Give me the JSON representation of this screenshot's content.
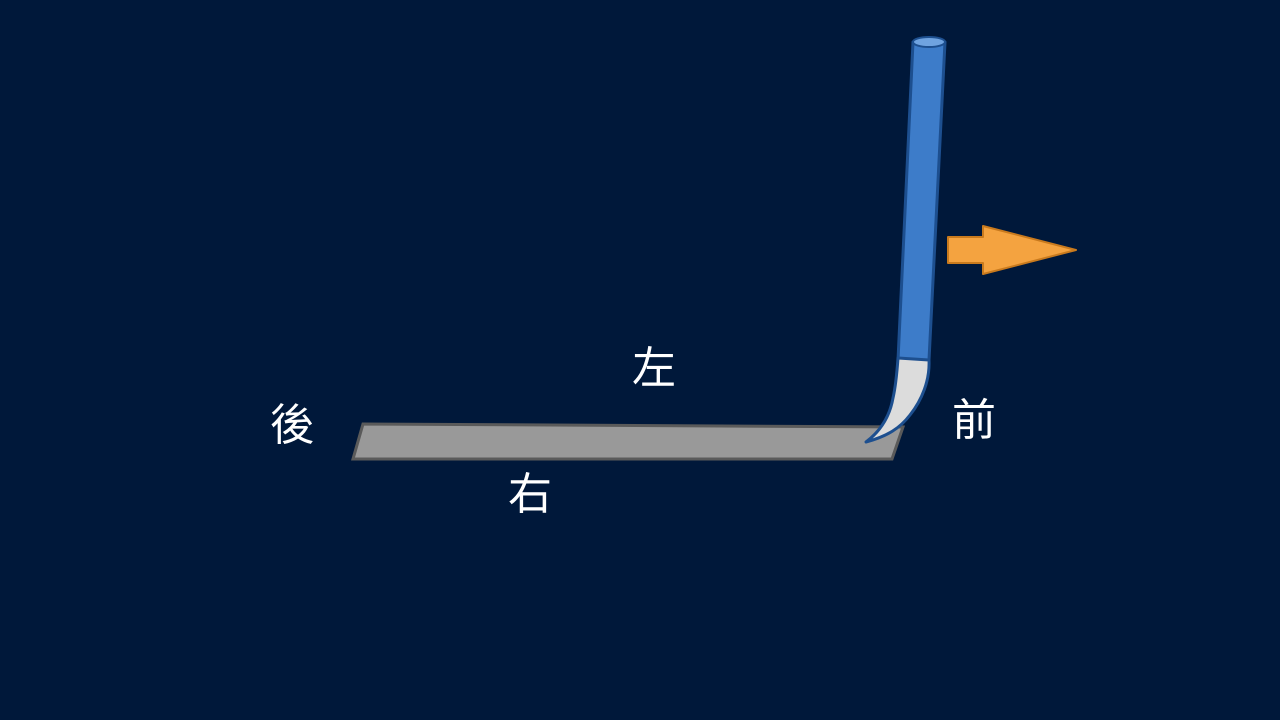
{
  "labels": {
    "back": "後",
    "left": "左",
    "right": "右",
    "front": "前"
  },
  "colors": {
    "background": "#00183a",
    "paper": "#999999",
    "paper_edge": "#5a5a5a",
    "brush_handle": "#3d7cc9",
    "brush_handle_edge": "#1d4f8f",
    "brush_tip": "#dcdcdc",
    "arrow": "#f4a340",
    "arrow_edge": "#c97a1d",
    "text": "#ffffff"
  },
  "icons": {
    "brush": "brush-icon",
    "arrow": "arrow-right-icon"
  }
}
